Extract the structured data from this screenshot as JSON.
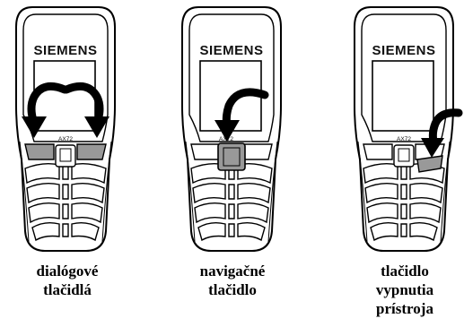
{
  "phones": [
    {
      "brand": "SIEMENS",
      "model": "AX72",
      "highlight": "soft-keys",
      "caption": [
        "dialógové",
        "tlačidlá"
      ]
    },
    {
      "brand": "SIEMENS",
      "model": "AX72",
      "highlight": "navigation-key",
      "caption": [
        "navigačné",
        "tlačidlo"
      ]
    },
    {
      "brand": "SIEMENS",
      "model": "AX72",
      "highlight": "power-key",
      "caption": [
        "tlačidlo",
        "vypnutia",
        "prístroja"
      ]
    }
  ],
  "colors": {
    "highlight": "#999999",
    "outline": "#000000",
    "arrow": "#000000"
  }
}
